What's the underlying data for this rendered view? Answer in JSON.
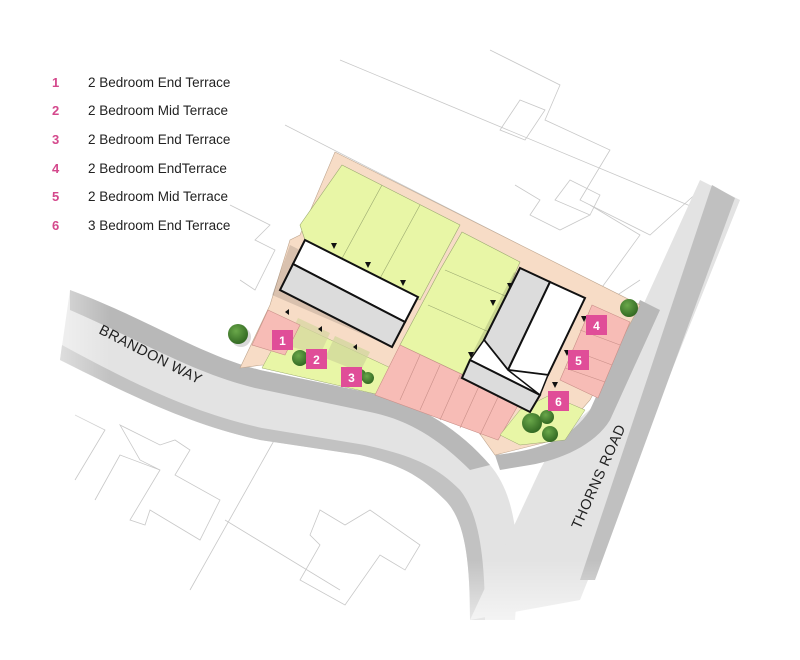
{
  "legend": {
    "items": [
      {
        "number": "1",
        "label": "2 Bedroom End Terrace"
      },
      {
        "number": "2",
        "label": "2 Bedroom Mid Terrace"
      },
      {
        "number": "3",
        "label": "2 Bedroom End Terrace"
      },
      {
        "number": "4",
        "label": "2 Bedroom EndTerrace"
      },
      {
        "number": "5",
        "label": "2 Bedroom Mid Terrace"
      },
      {
        "number": "6",
        "label": "3 Bedroom End Terrace"
      }
    ]
  },
  "map": {
    "roads": {
      "brandon_way": "BRANDON WAY",
      "thorns_road": "THORNS ROAD"
    },
    "plot_badges": [
      "1",
      "2",
      "3",
      "4",
      "5",
      "6"
    ],
    "colors": {
      "badge": "#e04d98",
      "legend_number": "#d4488c",
      "garden": "#e9f7a8",
      "parking": "#f7bcb6",
      "footpath": "#f7dcc6",
      "road": "#e2e2e2",
      "road_edge": "#b9b9b9",
      "roof_light": "#ffffff",
      "roof_dark": "#dcdcdc",
      "tree": "#3f7a2a"
    }
  }
}
